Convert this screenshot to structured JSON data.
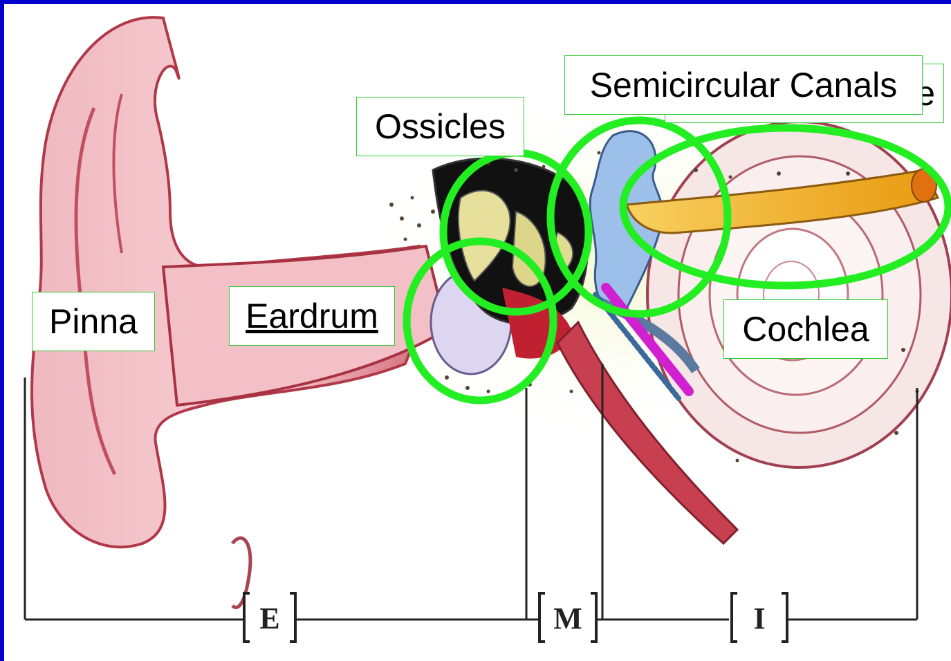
{
  "labels": {
    "pinna": "Pinna",
    "eardrum": "Eardrum",
    "ossicles": "Ossicles",
    "semicircular_canals": "Semicircular Canals",
    "hidden_label_fragment": "e",
    "cochlea": "Cochlea"
  },
  "sections": {
    "outer": "E",
    "middle": "M",
    "inner": "I"
  },
  "colors": {
    "frame": "#0000cc",
    "highlight_ring": "#22ee22",
    "label_border": "#33cc33",
    "ear_skin": "#e8a0a8",
    "nerve": "#f0b020",
    "canals": "#8ab4e0",
    "ossicle_bone": "#e8e0a0",
    "background_glow": "#eef5c8"
  }
}
